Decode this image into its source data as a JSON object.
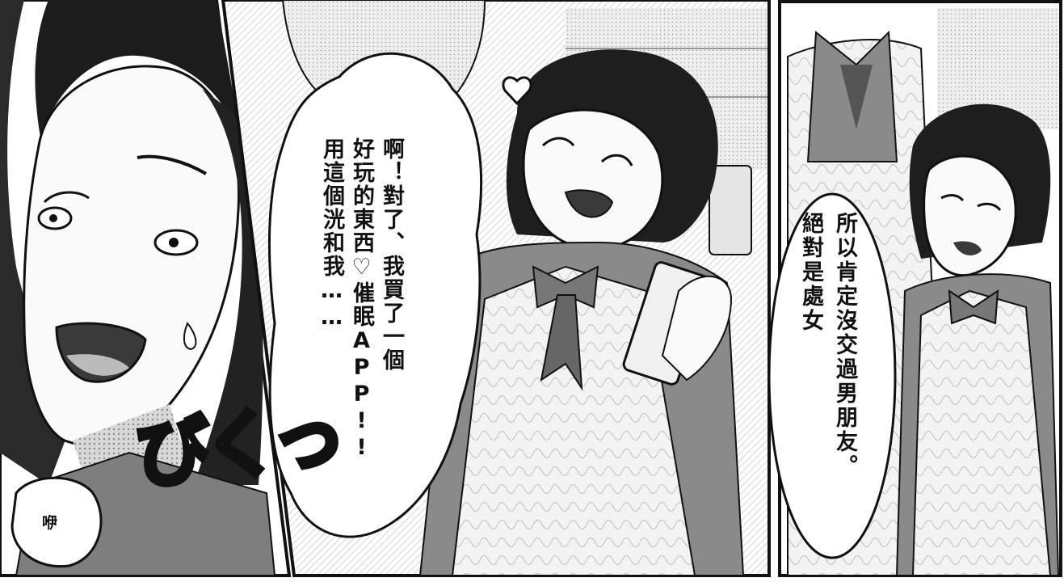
{
  "panels": {
    "left_dialogue": "啊！對了、我買了一個\n好玩的東西♡催眠APP!!\n用這個洸和我……",
    "right_dialogue": "所以肯定沒交過男朋友。\n絕對是處女",
    "small_bubble": "咿",
    "sfx": "びくっ"
  },
  "colors": {
    "ink": "#111111",
    "paper": "#ffffff",
    "screentone": "#9a9a9a"
  }
}
